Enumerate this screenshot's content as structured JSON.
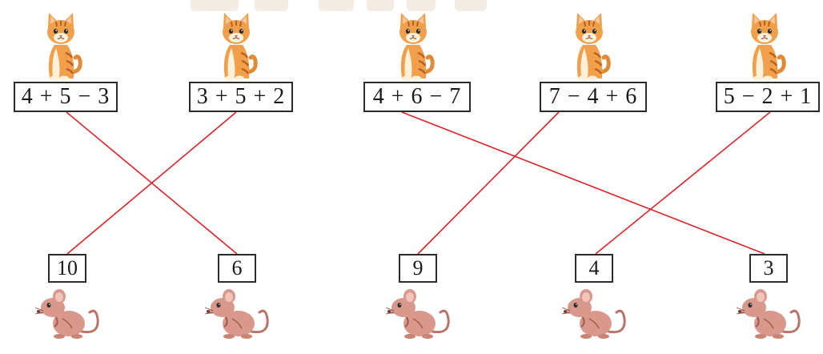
{
  "colors": {
    "line": "#d9252a",
    "cat_body": "#f0a04b",
    "cat_stripe": "#b9601f",
    "cat_light": "#fff1dc",
    "mouse_body": "#d8998c",
    "mouse_dark": "#9e5a4e",
    "box_border": "#2b2b2b"
  },
  "cats": [
    {
      "expression": "4 + 5 − 3",
      "icon": "cat-icon"
    },
    {
      "expression": "3 + 5 + 2",
      "icon": "cat-icon"
    },
    {
      "expression": "4 + 6 − 7",
      "icon": "cat-icon"
    },
    {
      "expression": "7 − 4 + 6",
      "icon": "cat-icon"
    },
    {
      "expression": "5 − 2 + 1",
      "icon": "cat-icon"
    }
  ],
  "mice": [
    {
      "answer": "10",
      "icon": "mouse-icon"
    },
    {
      "answer": "6",
      "icon": "mouse-icon"
    },
    {
      "answer": "9",
      "icon": "mouse-icon"
    },
    {
      "answer": "4",
      "icon": "mouse-icon"
    },
    {
      "answer": "3",
      "icon": "mouse-icon"
    }
  ],
  "connections": [
    {
      "cat": 0,
      "mouse": 1
    },
    {
      "cat": 1,
      "mouse": 0
    },
    {
      "cat": 2,
      "mouse": 4
    },
    {
      "cat": 3,
      "mouse": 2
    },
    {
      "cat": 4,
      "mouse": 3
    }
  ]
}
